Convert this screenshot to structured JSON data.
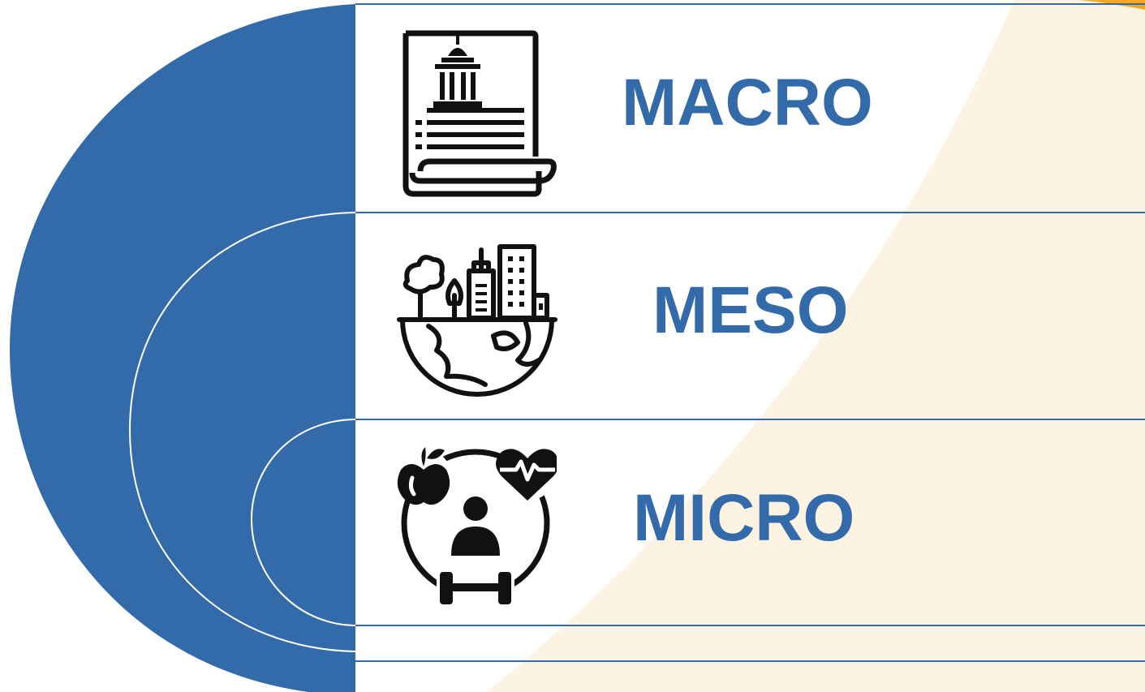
{
  "levels": [
    {
      "id": "macro",
      "label": "MACRO",
      "icon": "government-document-icon"
    },
    {
      "id": "meso",
      "label": "MESO",
      "icon": "city-globe-icon"
    },
    {
      "id": "micro",
      "label": "MICRO",
      "icon": "personal-health-icon"
    }
  ],
  "colors": {
    "blue": "#336aa9",
    "cream": "#fdf3e3",
    "orange_accent": "#f5a623",
    "icon": "#111111",
    "divider": "#336aa9"
  }
}
